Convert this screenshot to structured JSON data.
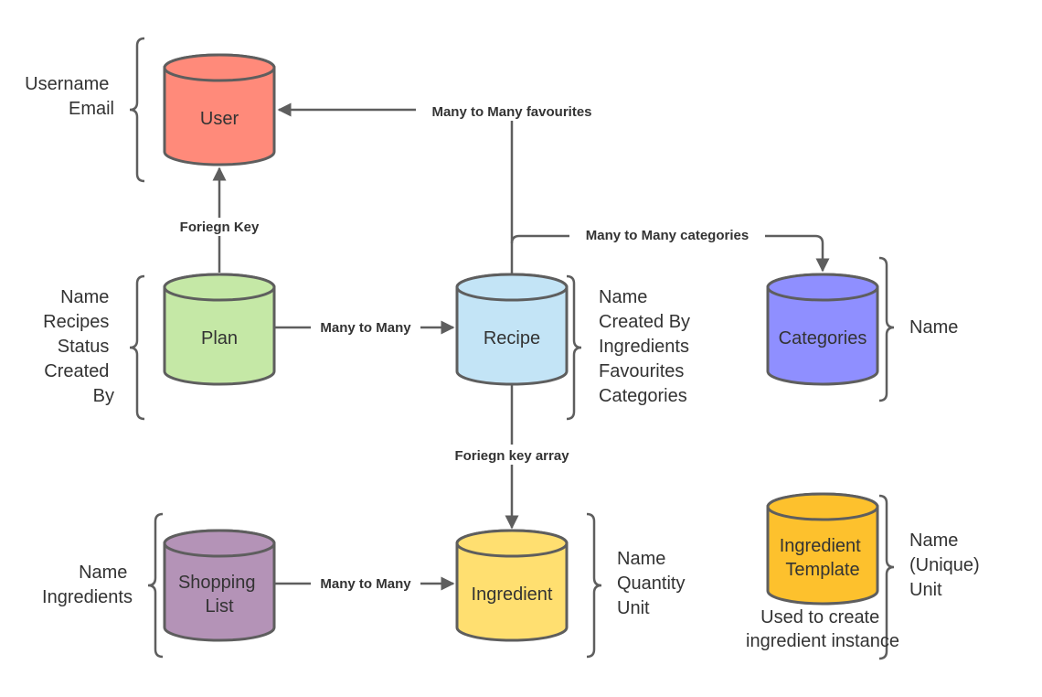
{
  "colors": {
    "user": "#ff8a7a",
    "plan": "#c5e8a6",
    "recipe": "#c3e4f6",
    "categories": "#8f8fff",
    "shopping_list": "#b493b7",
    "ingredient": "#ffdf70",
    "ingredient_template": "#fdc12d",
    "line": "#5e5e5e",
    "text": "#333333"
  },
  "nodes": {
    "user": {
      "label": [
        "User"
      ]
    },
    "plan": {
      "label": [
        "Plan"
      ]
    },
    "recipe": {
      "label": [
        "Recipe"
      ]
    },
    "categories": {
      "label": [
        "Categories"
      ]
    },
    "shopping_list": {
      "label": [
        "Shopping",
        "List"
      ]
    },
    "ingredient": {
      "label": [
        "Ingredient"
      ]
    },
    "ingredient_template": {
      "label": [
        "Ingredient",
        "Template"
      ]
    }
  },
  "attributes": {
    "user": [
      "Username",
      "Email"
    ],
    "plan": [
      "Name",
      "Recipes",
      "Status",
      "Created",
      "By"
    ],
    "recipe": [
      "Name",
      "Created By",
      "Ingredients",
      "Favourites",
      "Categories"
    ],
    "categories": [
      "Name"
    ],
    "shopping_list": [
      "Name",
      "Ingredients"
    ],
    "ingredient": [
      "Name",
      "Quantity",
      "Unit"
    ],
    "ingredient_template": [
      "Name",
      "(Unique)",
      "Unit"
    ]
  },
  "edges": {
    "favourites": "Many to Many favourites",
    "foreign_key": "Foriegn Key",
    "categories": "Many to Many categories",
    "plan_recipe": "Many to Many",
    "foreign_key_array": "Foriegn key array",
    "shopping_ingredient": "Many to Many"
  },
  "notes": {
    "ingredient_template": [
      "Used to create",
      "ingredient instance"
    ]
  }
}
